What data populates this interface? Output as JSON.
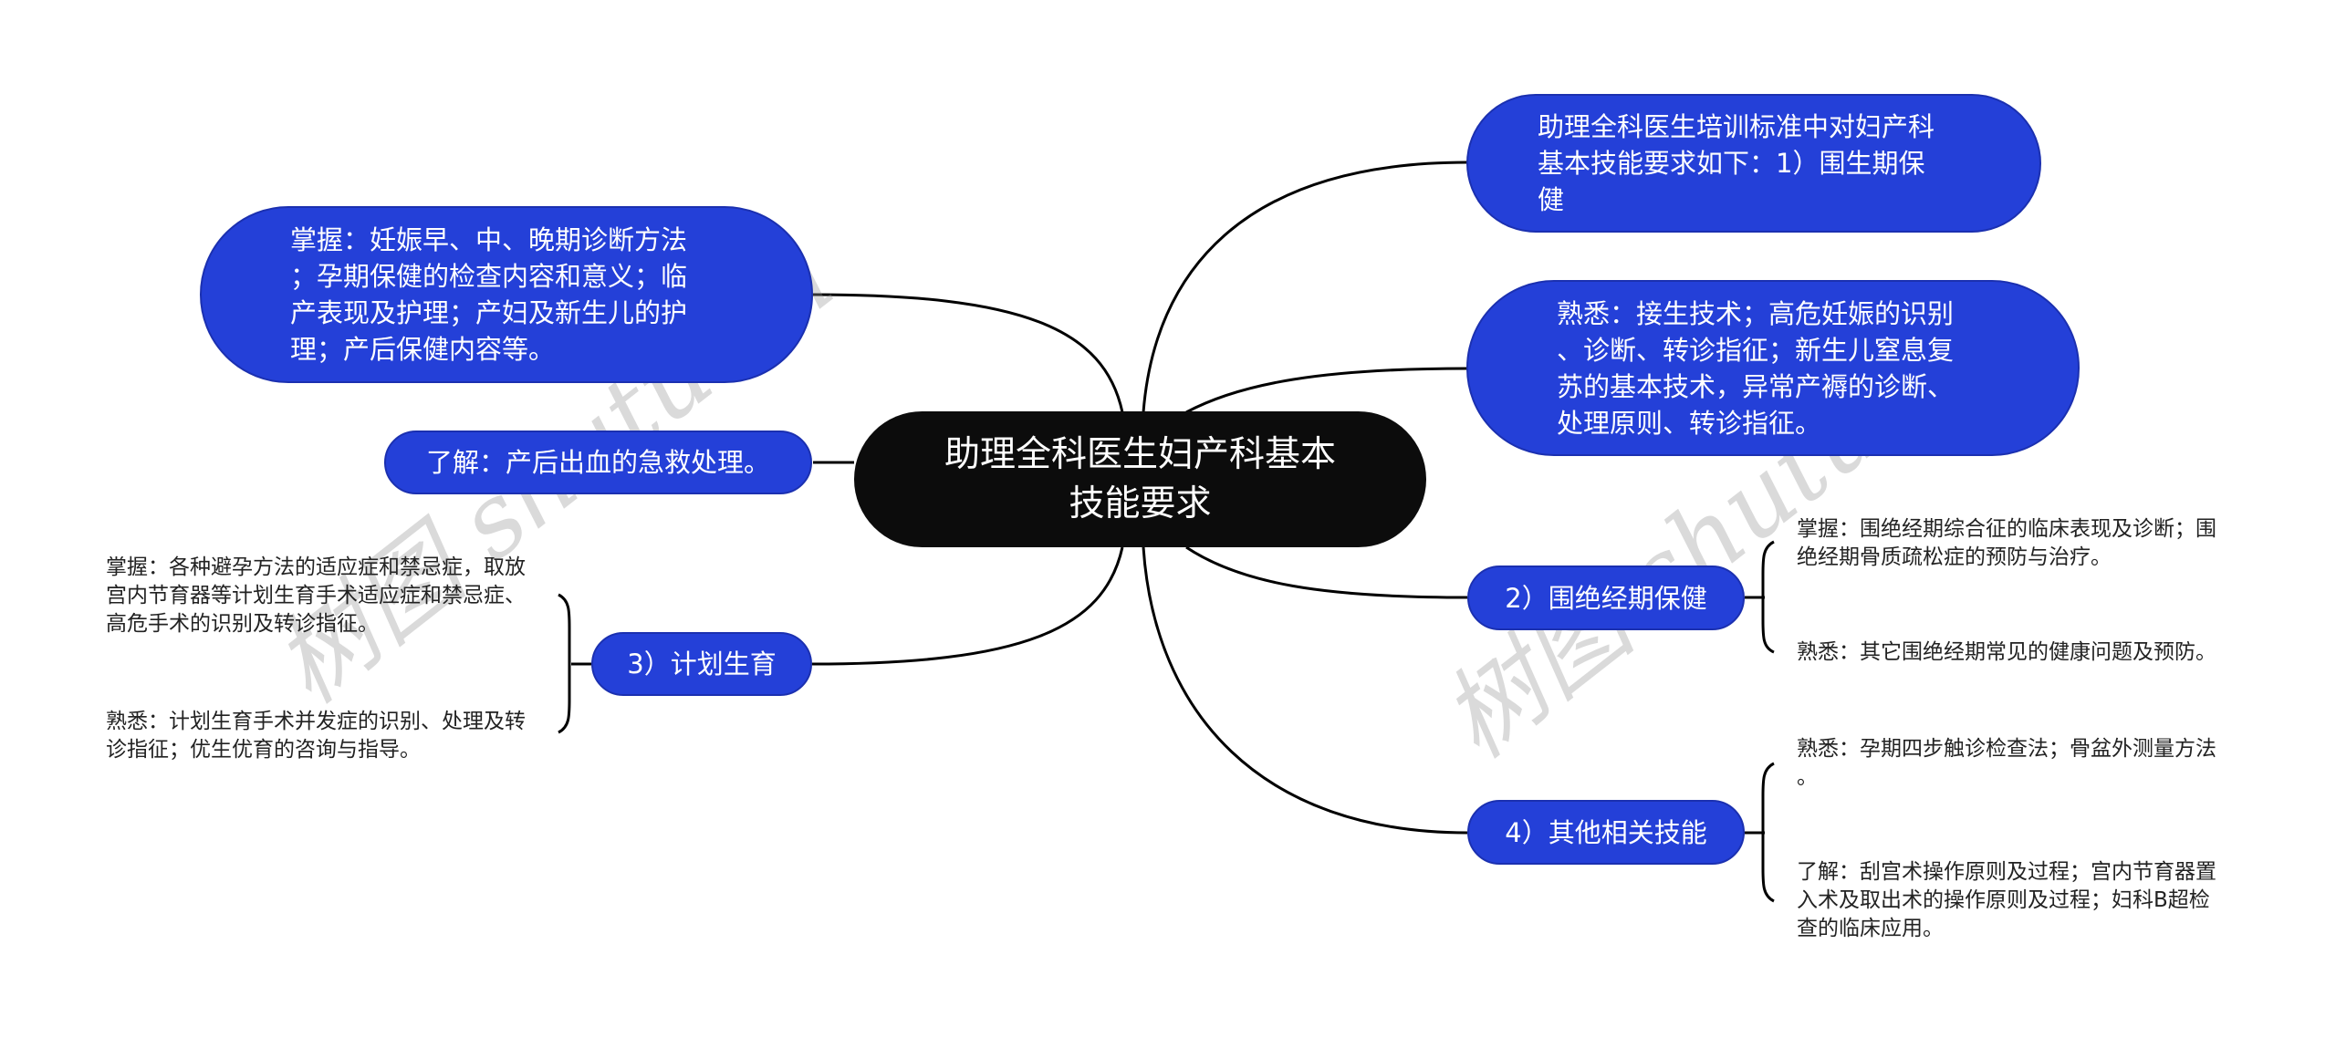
{
  "root": {
    "label": "助理全科医生妇产科基本\n技能要求"
  },
  "right": {
    "intro": {
      "label": "助理全科医生培训标准中对妇产科\n基本技能要求如下：1）围生期保\n健"
    },
    "familiar": {
      "label": "熟悉：接生技术；高危妊娠的识别\n、诊断、转诊指征；新生儿窒息复\n苏的基本技术，异常产褥的诊断、\n处理原则、转诊指征。"
    },
    "menopause": {
      "label": "2）围绝经期保健",
      "children": [
        "掌握：围绝经期综合征的临床表现及诊断；围\n绝经期骨质疏松症的预防与治疗。",
        "熟悉：其它围绝经期常见的健康问题及预防。"
      ]
    },
    "other_skills": {
      "label": "4）其他相关技能",
      "children": [
        "熟悉：孕期四步触诊检查法；骨盆外测量方法\n。",
        "了解：刮宫术操作原则及过程；宫内节育器置\n入术及取出术的操作原则及过程；妇科B超检\n查的临床应用。"
      ]
    }
  },
  "left": {
    "master": {
      "label": "掌握：妊娠早、中、晚期诊断方法\n；孕期保健的检查内容和意义；临\n产表现及护理；产妇及新生儿的护\n理；产后保健内容等。"
    },
    "understand": {
      "label": "了解：产后出血的急救处理。"
    },
    "family_planning": {
      "label": "3）计划生育",
      "children": [
        "掌握：各种避孕方法的适应症和禁忌症，取放\n宫内节育器等计划生育手术适应症和禁忌症、\n高危手术的识别及转诊指征。",
        "熟悉：计划生育手术并发症的识别、处理及转\n诊指征；优生优育的咨询与指导。"
      ]
    }
  },
  "watermarks": [
    "树图 shutu.cn",
    "树图 shutu.cn"
  ],
  "colors": {
    "root_bg": "#0c0c0c",
    "node_bg": "#2440d8",
    "line": "#000000",
    "leaf_text": "#222222"
  }
}
